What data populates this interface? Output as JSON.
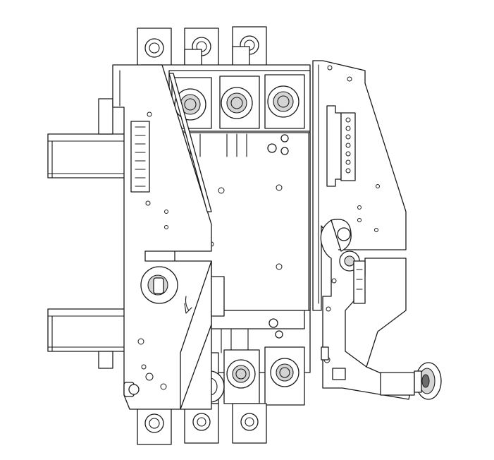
{
  "figure": {
    "colors": {
      "line": "#1a1a1a",
      "background": "#ffffff",
      "shade": "#d4d4d4",
      "dark": "#6b6b6b"
    },
    "components": [
      "left-mounting-rail-top",
      "left-mounting-rail-bottom",
      "right-mounting-rail",
      "left-side-plate",
      "right-side-plate",
      "main-breaker-body",
      "line-side-terminals",
      "load-side-terminals",
      "top-terminal-lugs",
      "bottom-terminal-lugs",
      "rotary-handle-mechanism",
      "handle-knob",
      "auxiliary-connector-left",
      "auxiliary-connector-right",
      "rotation-arrow"
    ]
  }
}
